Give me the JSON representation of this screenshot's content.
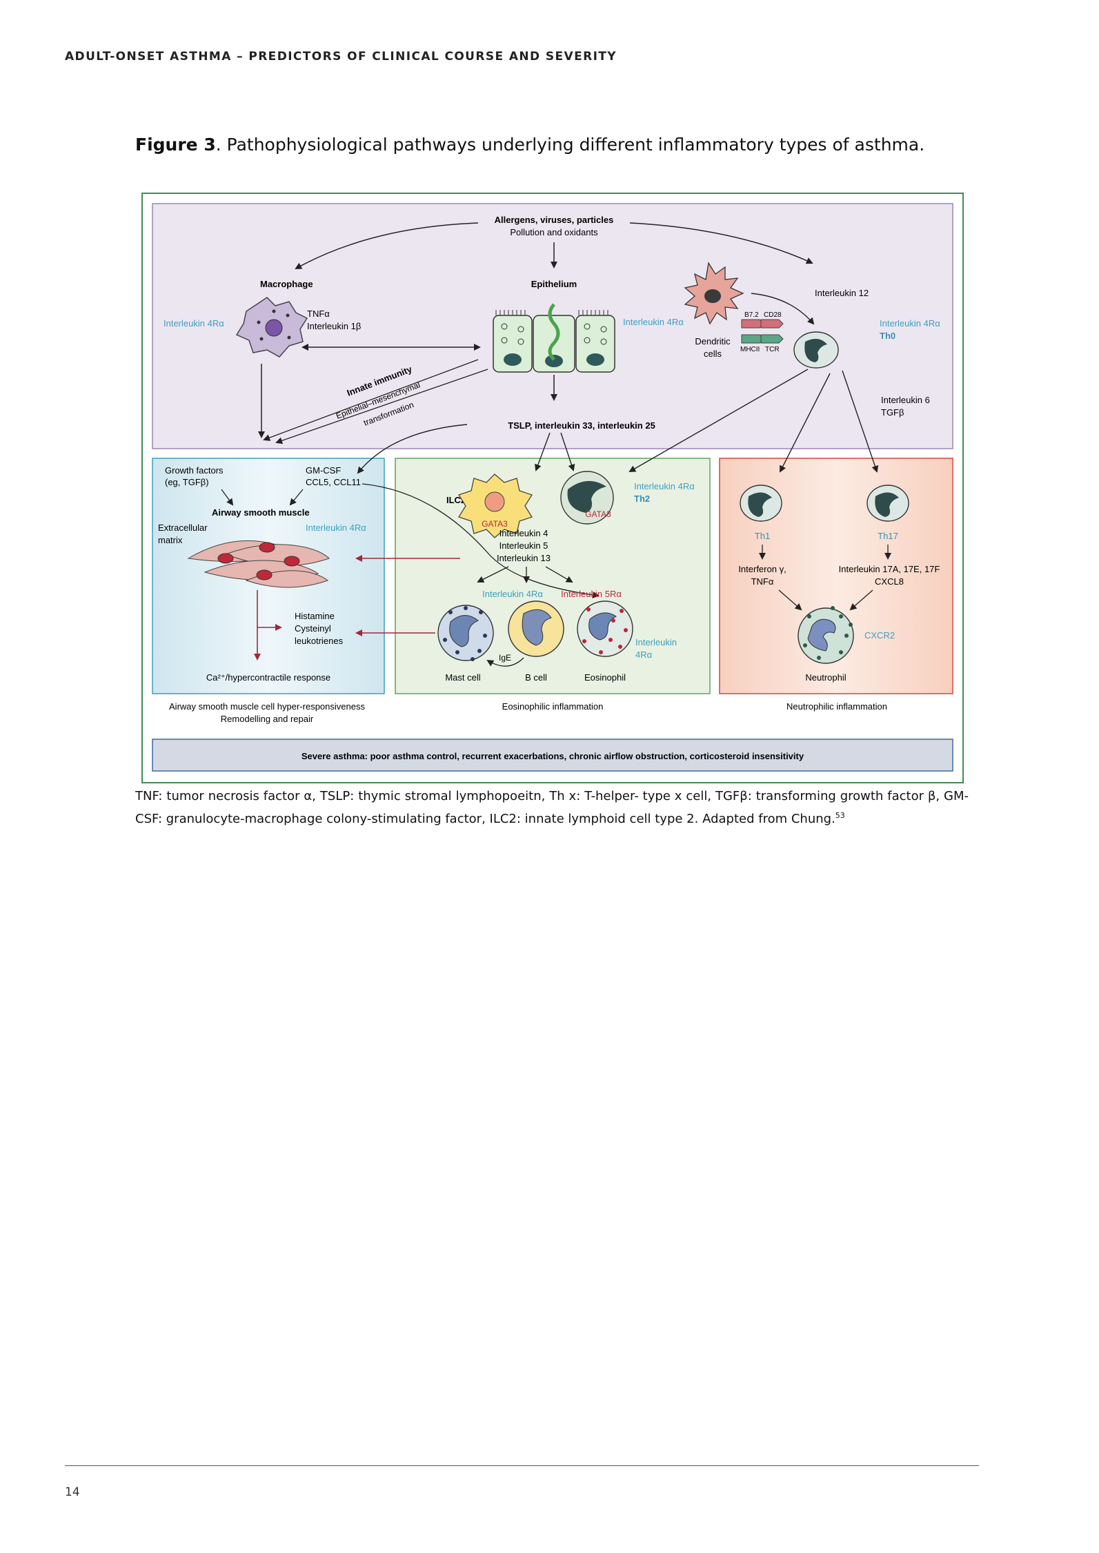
{
  "header": {
    "running_title": "ADULT-ONSET ASTHMA – PREDICTORS OF CLINICAL COURSE AND SEVERITY"
  },
  "caption": {
    "label": "Figure 3",
    "text": ". Pathophysiological pathways underlying different inflammatory types of asthma."
  },
  "figure": {
    "trigger": {
      "line1": "Allergens, viruses, particles",
      "line2": "Pollution and oxidants"
    },
    "macrophage": {
      "title": "Macrophage",
      "receptor": "Interleukin 4Rα",
      "cytokines": [
        "TNFα",
        "Interleukin 1β"
      ]
    },
    "epithelium": {
      "title": "Epithelium",
      "receptor": "Interleukin 4Rα"
    },
    "innate_immunity": "Innate immunity",
    "emt": {
      "line1": "Epithelial–mesenchymal",
      "line2": "transformation"
    },
    "dendritic": {
      "label_line1": "Dendritic",
      "label_line2": "cells",
      "il12": "Interleukin 12",
      "b72": "B7.2",
      "cd28": "CD28",
      "mhcii": "MHCII",
      "tcr": "TCR"
    },
    "th0": {
      "receptor": "Interleukin 4Rα",
      "name": "Th0",
      "il6": "Interleukin 6",
      "tgfb": "TGFβ"
    },
    "tslp": "TSLP, interleukin 33, interleukin 25",
    "airway": {
      "growth_line1": "Growth factors",
      "growth_line2": "(eg, TGFβ)",
      "gmcsf": "GM-CSF",
      "ccl": "CCL5, CCL11",
      "title": "Airway smooth muscle",
      "ecm_line1": "Extracellular",
      "ecm_line2": "matrix",
      "receptor": "Interleukin 4Rα",
      "mediators": [
        "Histamine",
        "Cysteinyl",
        "leukotrienes"
      ],
      "ca_response": "Ca²⁺/hypercontractile response",
      "bottom_line1": "Airway smooth muscle cell hyper-responsiveness",
      "bottom_line2": "Remodelling and repair"
    },
    "eosinophilic": {
      "ilc2": "ILC2",
      "gata3": "GATA3",
      "th2_receptor": "Interleukin 4Rα",
      "th2": "Th2",
      "cytokines": [
        "Interleukin 4",
        "Interleukin 5",
        "Interleukin 13"
      ],
      "il4ra": "Interleukin 4Rα",
      "il5ra": "Interleukin 5Rα",
      "eos_receptor_line1": "Interleukin",
      "eos_receptor_line2": "4Rα",
      "ige": "IgE",
      "mast": "Mast cell",
      "bcell": "B cell",
      "eosinophil": "Eosinophil",
      "bottom": "Eosinophilic inflammation"
    },
    "neutrophilic": {
      "th1": "Th1",
      "th17": "Th17",
      "ifn": "Interferon γ,",
      "tnf": "TNFα",
      "il17": "Interleukin 17A, 17E, 17F",
      "cxcl8": "CXCL8",
      "cxcr2": "CXCR2",
      "neutrophil": "Neutrophil",
      "bottom": "Neutrophilic inflammation"
    },
    "severe": "Severe asthma: poor asthma control, recurrent exacerbations, chronic airflow obstruction, corticosteroid insensitivity",
    "colors": {
      "teal": "#3d9fbf",
      "red": "#b8283a",
      "purple_panel": "#ece6f0",
      "blue_panel": "#dcecf3",
      "green_panel": "#eaf2e4",
      "orange_panel": "#fbe3d6",
      "severe_box": "#d3d7e3"
    }
  },
  "footnote": {
    "text": "TNF: tumor necrosis factor α, TSLP: thymic stromal lymphopoeitn, Th x: T-helper- type x cell, TGFβ: transforming growth factor β, GM-CSF: granulocyte-macrophage colony-stimulating factor, ILC2: innate lymphoid cell type 2. Adapted from Chung.",
    "ref": "53"
  },
  "footer": {
    "page_number": "14"
  }
}
